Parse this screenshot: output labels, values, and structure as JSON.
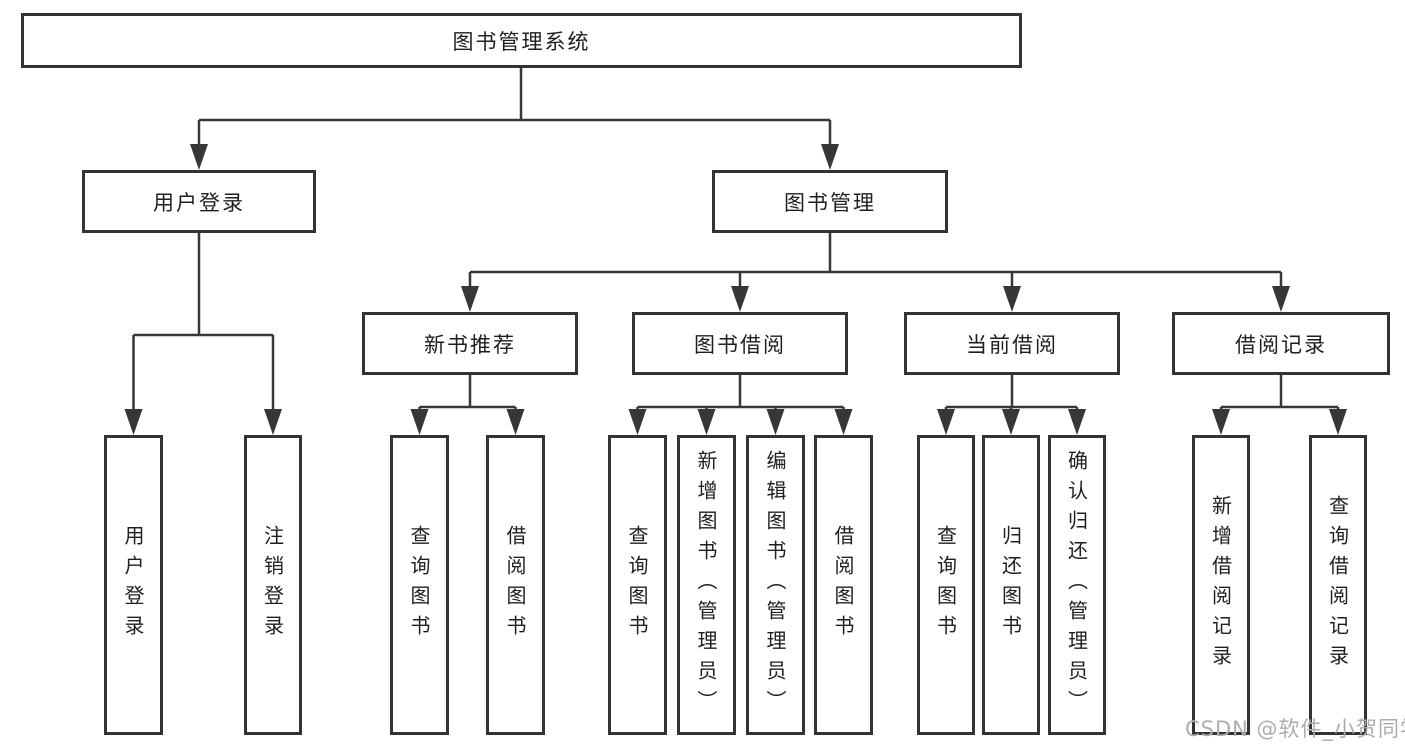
{
  "diagram": {
    "root": {
      "label": "图书管理系统"
    },
    "level2": [
      {
        "label": "用户登录",
        "children": [
          {
            "label": "用户登录"
          },
          {
            "label": "注销登录"
          }
        ]
      },
      {
        "label": "图书管理",
        "groups": [
          {
            "label": "新书推荐",
            "children": [
              {
                "label": "查询图书"
              },
              {
                "label": "借阅图书"
              }
            ]
          },
          {
            "label": "图书借阅",
            "children": [
              {
                "label": "查询图书"
              },
              {
                "label": "新增图书（管理员）"
              },
              {
                "label": "编辑图书（管理员）"
              },
              {
                "label": "借阅图书"
              }
            ]
          },
          {
            "label": "当前借阅",
            "children": [
              {
                "label": "查询图书"
              },
              {
                "label": "归还图书"
              },
              {
                "label": "确认归还（管理员）"
              }
            ]
          },
          {
            "label": "借阅记录",
            "children": [
              {
                "label": "新增借阅记录"
              },
              {
                "label": "查询借阅记录"
              }
            ]
          }
        ]
      }
    ]
  },
  "watermark": {
    "text": "CSDN @软件_小贺同学"
  },
  "colors": {
    "line": "#373737",
    "box_border": "#333333",
    "text": "#1f1f1f",
    "background": "#ffffff",
    "watermark": "#adadad"
  }
}
